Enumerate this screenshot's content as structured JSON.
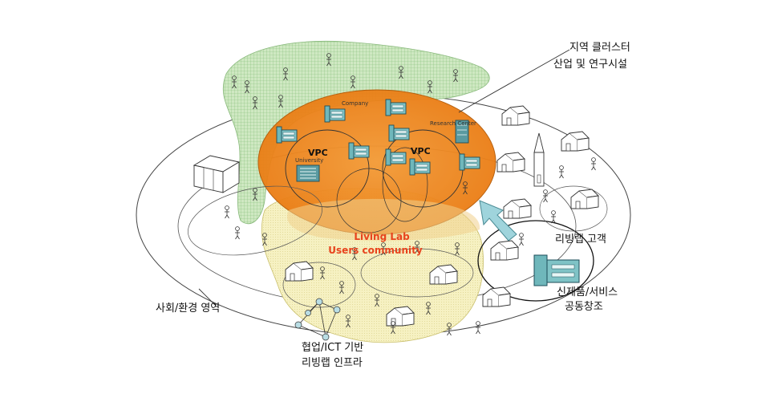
{
  "labels": {
    "cluster_line1": "지역 클러스터",
    "cluster_line2": "산업 및 연구시설",
    "customer": "리빙랩 고객",
    "cocreation_line1": "신제품/서비스",
    "cocreation_line2": "공동창조",
    "social": "사회/환경 영역",
    "infra_line1": "협업/ICT 기반",
    "infra_line2": "리빙랩 인프라"
  },
  "inner": {
    "company": "Company",
    "research": "Research Center",
    "university": "University",
    "vpc_left": "VPC",
    "vpc_right": "VPC",
    "living_lab_line1": "Living Lab",
    "living_lab_line2": "Users community"
  },
  "colors": {
    "orange": "#ef8a1a",
    "green_area": "#bfe0b0",
    "yellow_area": "#f4efb8",
    "living_lab_text": "#e8431d",
    "arrow": "#9fd4dc",
    "building": "#6fb7bb"
  }
}
